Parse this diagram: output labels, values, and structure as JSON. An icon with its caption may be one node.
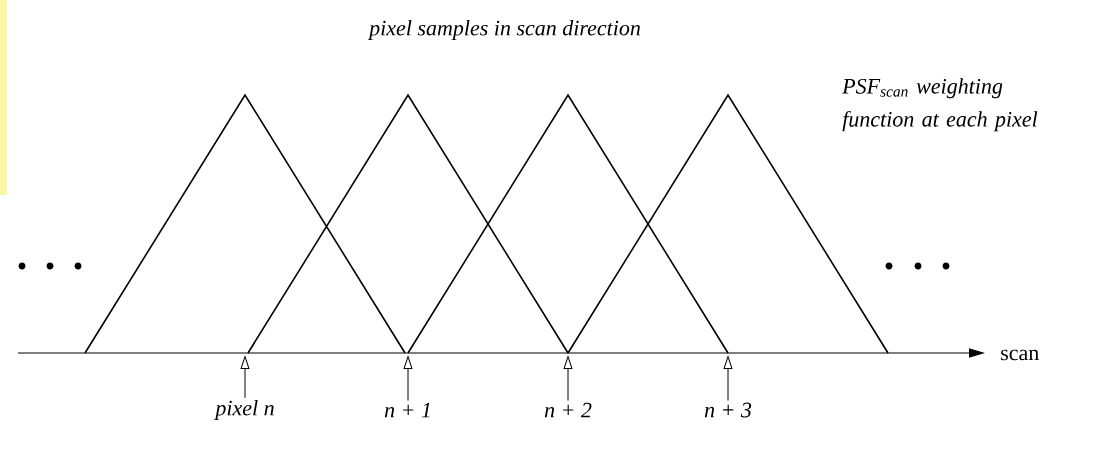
{
  "diagram": {
    "title": "pixel samples in scan direction",
    "nodes": [
      {
        "text": [
          "pixel n"
        ]
      },
      {
        "text": [
          "n + 1"
        ]
      },
      {
        "text": [
          "n + 2"
        ]
      },
      {
        "text": [
          "n + 3"
        ]
      }
    ],
    "edges": [
      {
        "from": 0,
        "to": null,
        "arrow": "to"
      },
      {
        "from": 1,
        "to": null,
        "arrow": "to"
      },
      {
        "from": 2,
        "to": null,
        "arrow": "to"
      },
      {
        "from": 3,
        "to": null,
        "arrow": "to"
      }
    ],
    "labels": [
      "PSF$_{scan}$ weighting function at each pixel",
      "scan"
    ]
  }
}
